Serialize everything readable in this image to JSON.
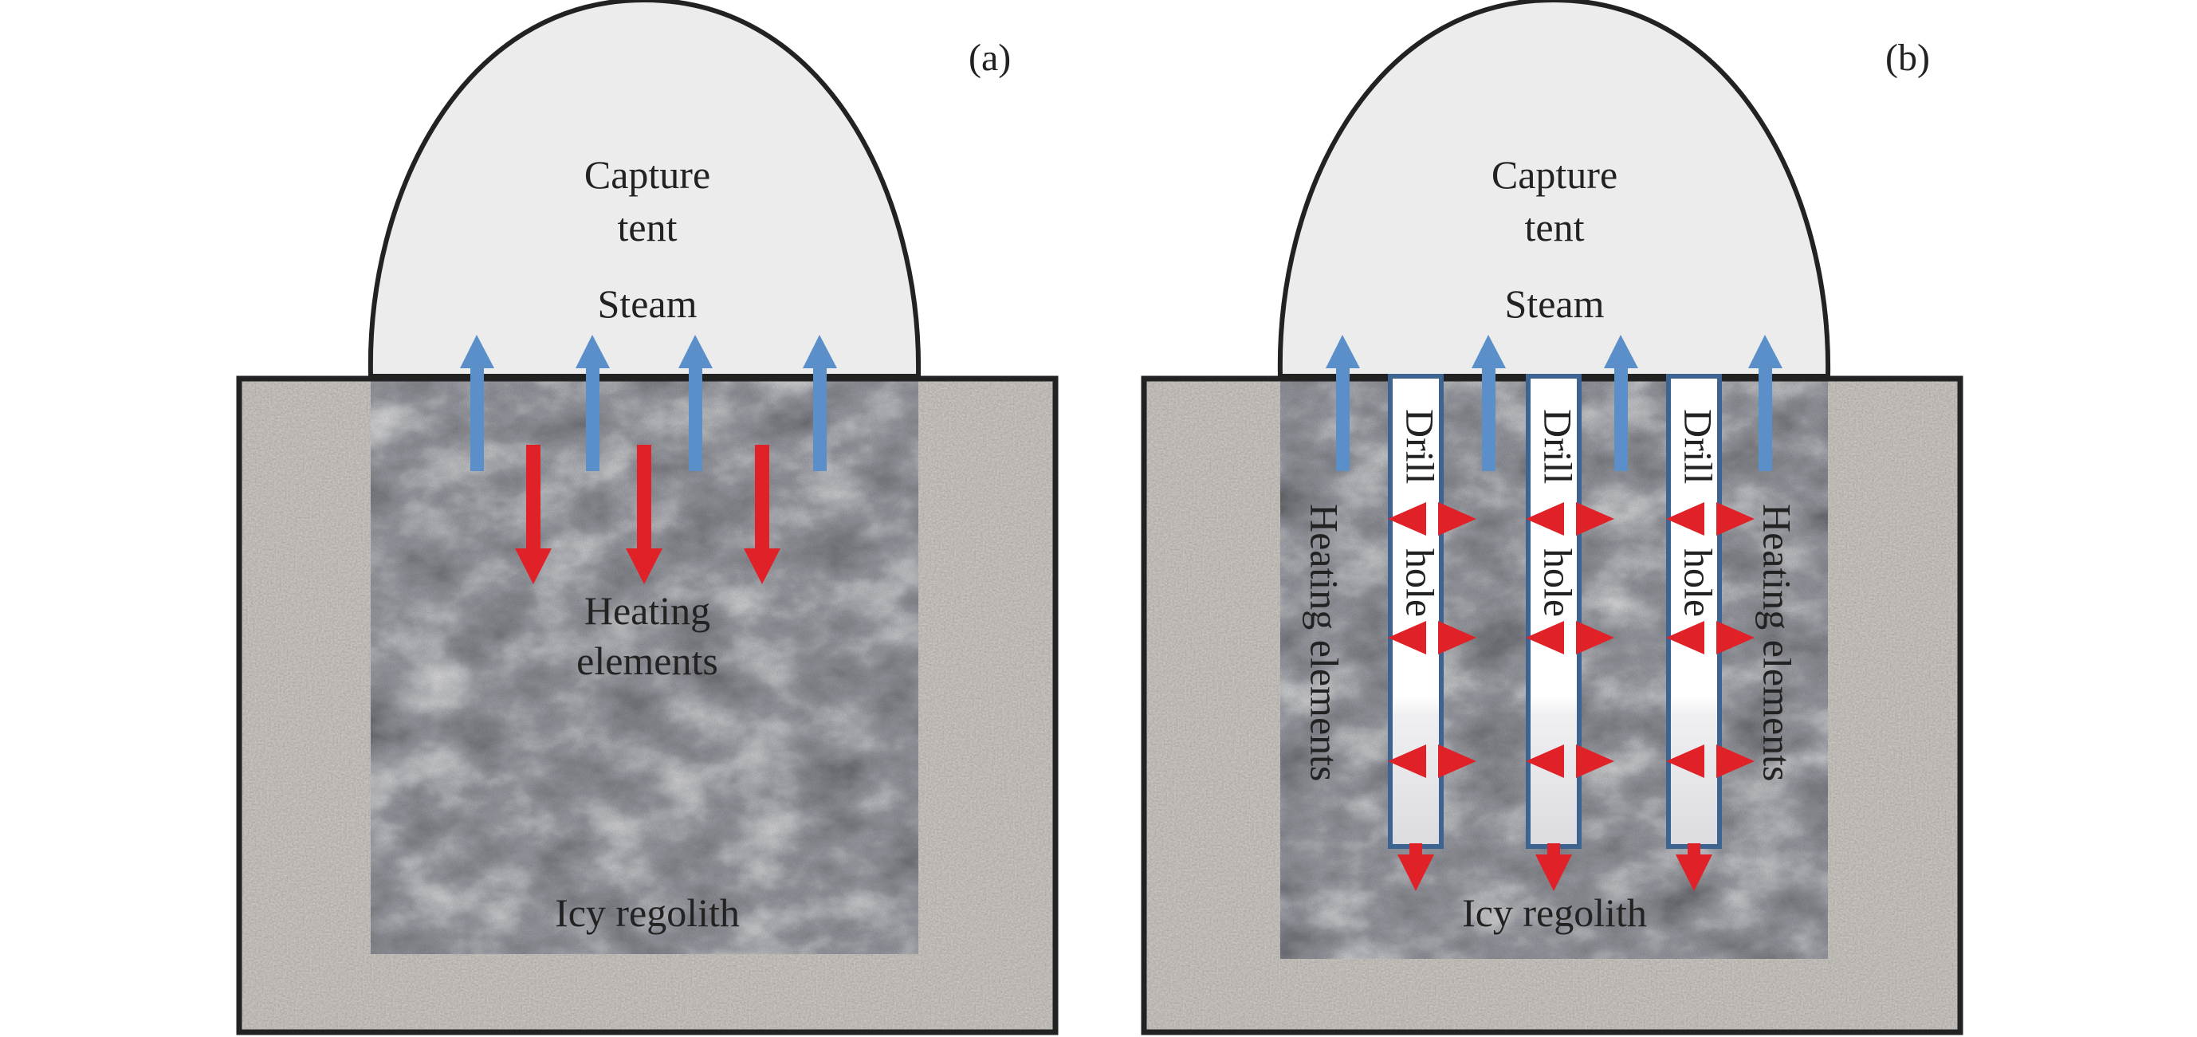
{
  "panels": [
    {
      "id": "a",
      "label": "(a)",
      "tent_label_line1": "Capture",
      "tent_label_line2": "tent",
      "steam_label": "Steam",
      "heating_label_line1": "Heating",
      "heating_label_line2": "elements",
      "regolith_label": "Icy regolith"
    },
    {
      "id": "b",
      "label": "(b)",
      "tent_label_line1": "Capture",
      "tent_label_line2": "tent",
      "steam_label": "Steam",
      "heating_label": "Heating elements",
      "drill_label_word1": "Drill",
      "drill_label_word2": "hole",
      "regolith_label": "Icy regolith"
    }
  ],
  "colors": {
    "steam_arrow": "#5b8fc9",
    "heat_arrow": "#e02127",
    "drill_outline": "#3d6491",
    "soil": "#d9d4cf",
    "regolith": "#9a9ca3",
    "tent_fill": "#ececec",
    "outline": "#222222"
  }
}
